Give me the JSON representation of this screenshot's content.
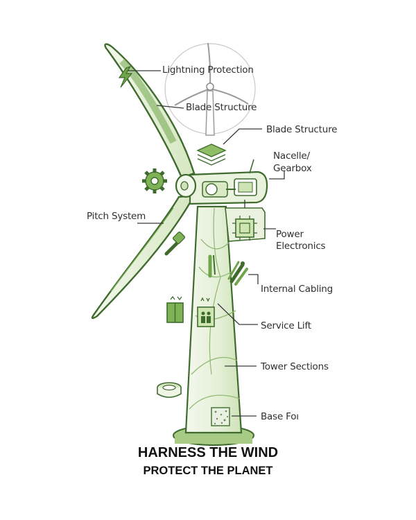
{
  "colors": {
    "outline": "#3f6b2f",
    "accent": "#6fa54a",
    "fill_light": "#eef5e4",
    "fill_mid": "#d6e8c2",
    "text": "#2f2f2f"
  },
  "labels": {
    "lightning_protection": "Lightning Protection",
    "blade_structure_upper": "Blade Structure",
    "blade_structure_right": "Blade Structure",
    "nacelle_line1": "Nacelle/",
    "nacelle_line2": "Gearbox",
    "pitch_system": "Pitch System",
    "power_line1": "Power",
    "power_line2": "Electronics",
    "internal_cabling": "Internal Cabling",
    "service_lift": "Service Lift",
    "tower_sections": "Tower Sections",
    "base_foundation": "Base Foı"
  },
  "headline": {
    "line1": "HARNESS THE WIND",
    "line2": "PROTECT THE PLANET"
  },
  "icons": [
    "lightning-icon",
    "layers-icon",
    "gear-icon",
    "circuit-chip-icon",
    "connector-icon",
    "cable-bundle-icon",
    "elevator-icon",
    "ring-segment-icon",
    "concrete-block-icon"
  ]
}
